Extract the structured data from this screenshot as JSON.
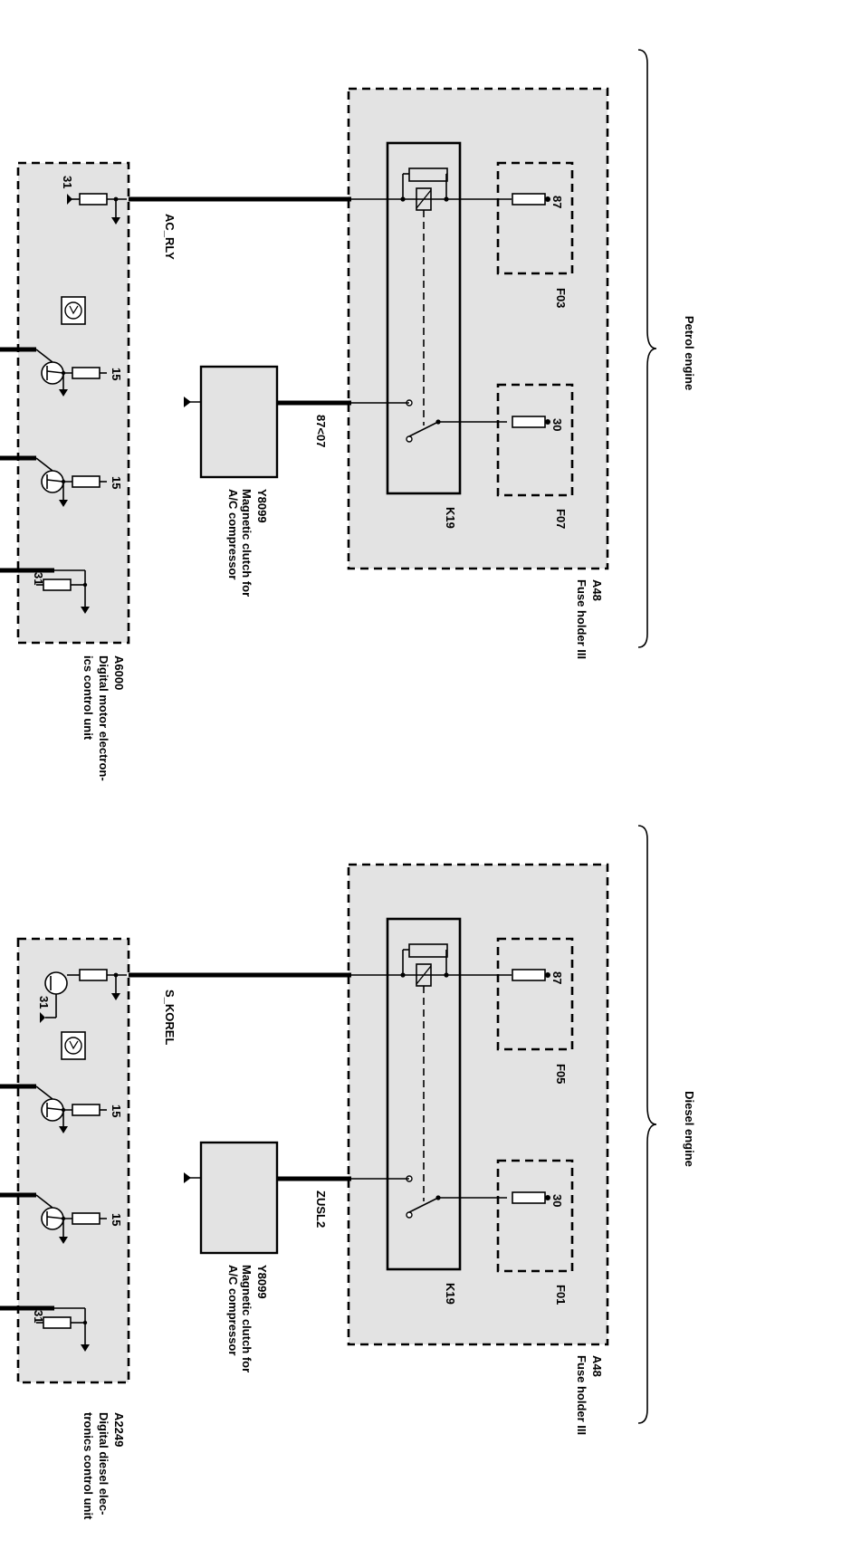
{
  "colors": {
    "panel_fill": "#e3e3e3",
    "line": "#000000",
    "background": "#ffffff"
  },
  "petrol": {
    "section_label": "Petrol engine",
    "fuse_holder": {
      "id": "A48",
      "name": "Fuse holder III"
    },
    "relay": "K19",
    "fuse_top": "F03",
    "fuse_top_pin": "87",
    "fuse_bottom": "F07",
    "fuse_bottom_pin": "30",
    "clutch": {
      "id": "Y8099",
      "name_line1": "Magnetic clutch for",
      "name_line2": "A/C compressor"
    },
    "clutch_wire": "87<07",
    "control_wire": "AC_RLY",
    "ecu": {
      "id": "A6000",
      "name_line1": "Digital motor electron-",
      "name_line2": "ics control unit"
    },
    "ecu_pin_top": "31",
    "ecu_pin_mid1": "15",
    "ecu_pin_mid2": "15",
    "ecu_pin_bottom": "31"
  },
  "diesel": {
    "section_label": "Diesel engine",
    "fuse_holder": {
      "id": "A48",
      "name": "Fuse holder III"
    },
    "relay": "K19",
    "fuse_top": "F05",
    "fuse_top_pin": "87",
    "fuse_bottom": "F01",
    "fuse_bottom_pin": "30",
    "clutch": {
      "id": "Y8099",
      "name_line1": "Magnetic clutch for",
      "name_line2": "A/C compressor"
    },
    "clutch_wire": "ZUSL2",
    "control_wire": "S_KOREL",
    "ecu": {
      "id": "A2249",
      "name_line1": "Digital diesel elec-",
      "name_line2": "tronics control unit"
    },
    "ecu_pin_top": "31",
    "ecu_pin_mid1": "15",
    "ecu_pin_mid2": "15",
    "ecu_pin_bottom": "31"
  }
}
